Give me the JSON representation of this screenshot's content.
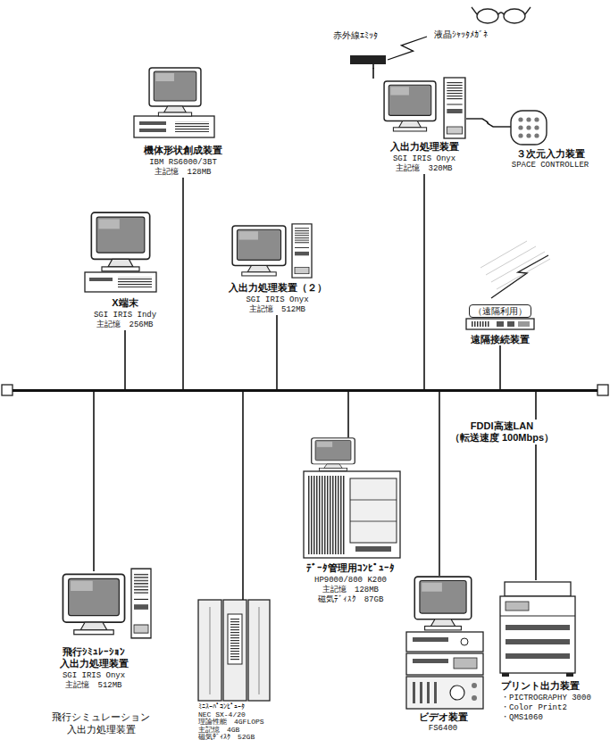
{
  "diagram": {
    "nodes": [
      {
        "text": [
          "赤外線ｴﾐｯﾀ"
        ]
      },
      {
        "text": [
          "液晶ｼｬｯﾀﾒｶﾞﾈ"
        ]
      },
      {
        "text": [
          "機体形状創成装置",
          "IBM RS6000/3BT",
          "主記憶　128MB"
        ]
      },
      {
        "text": [
          "入出力処理装置",
          "SGI IRIS Onyx",
          "主記憶　320MB"
        ]
      },
      {
        "text": [
          "３次元入力装置",
          "SPACE CONTROLLER"
        ]
      },
      {
        "text": [
          "X端末",
          "SGI IRIS Indy",
          "主記憶　256MB"
        ]
      },
      {
        "text": [
          "入出力処理装置（２）",
          "SGI IRIS Onyx",
          "主記憶　512MB"
        ]
      },
      {
        "text": [
          "（遠隔利用）",
          "遠隔接続装置"
        ]
      },
      {
        "text": [
          "FDDI高速LAN （転送速度 100Mbps）"
        ]
      },
      {
        "text": [
          "ﾃﾞｰﾀ管理用ｺﾝﾋﾟｭｰﾀ",
          "HP9000/800 K200",
          "主記憶　128MB",
          "磁気ﾃﾞｨｽｸ　87GB"
        ]
      },
      {
        "text": [
          "飛行ｼﾐｭﾚｰｼｮﾝ 入出力処理装置",
          "SGI IRIS Onyx",
          "主記憶　512MB"
        ]
      },
      {
        "text": [
          "ﾐﾆｽｰﾊﾟｺﾝﾋﾟｭｰﾀ",
          "NEC SX-4/20",
          "理論性能　4GFLOPS",
          "主記憶　4GB",
          "磁気ﾃﾞｨｽｸ　52GB"
        ]
      },
      {
        "text": [
          "ビデオ装置",
          "FS6400"
        ]
      },
      {
        "text": [
          "プリント出力装置",
          "・PICTROGRAPHY 3000",
          "・Color Print2",
          "・QMS1060"
        ]
      }
    ],
    "edges": [
      {
        "from": 0,
        "to": 1,
        "arrow": "none"
      },
      {
        "from": 0,
        "to": 3,
        "arrow": "none"
      },
      {
        "from": 3,
        "to": 4,
        "arrow": "none"
      },
      {
        "from": 2,
        "to": 8,
        "arrow": "none"
      },
      {
        "from": 3,
        "to": 8,
        "arrow": "none"
      },
      {
        "from": 5,
        "to": 8,
        "arrow": "none"
      },
      {
        "from": 6,
        "to": 8,
        "arrow": "none"
      },
      {
        "from": 7,
        "to": 8,
        "arrow": "none"
      },
      {
        "from": 9,
        "to": 8,
        "arrow": "none"
      },
      {
        "from": 10,
        "to": 8,
        "arrow": "none"
      },
      {
        "from": 11,
        "to": 8,
        "arrow": "none"
      },
      {
        "from": 12,
        "to": 8,
        "arrow": "none"
      },
      {
        "from": 13,
        "to": 8,
        "arrow": "none"
      }
    ],
    "labels": [
      "飛行シミュレーション 入出力処理装置"
    ]
  }
}
